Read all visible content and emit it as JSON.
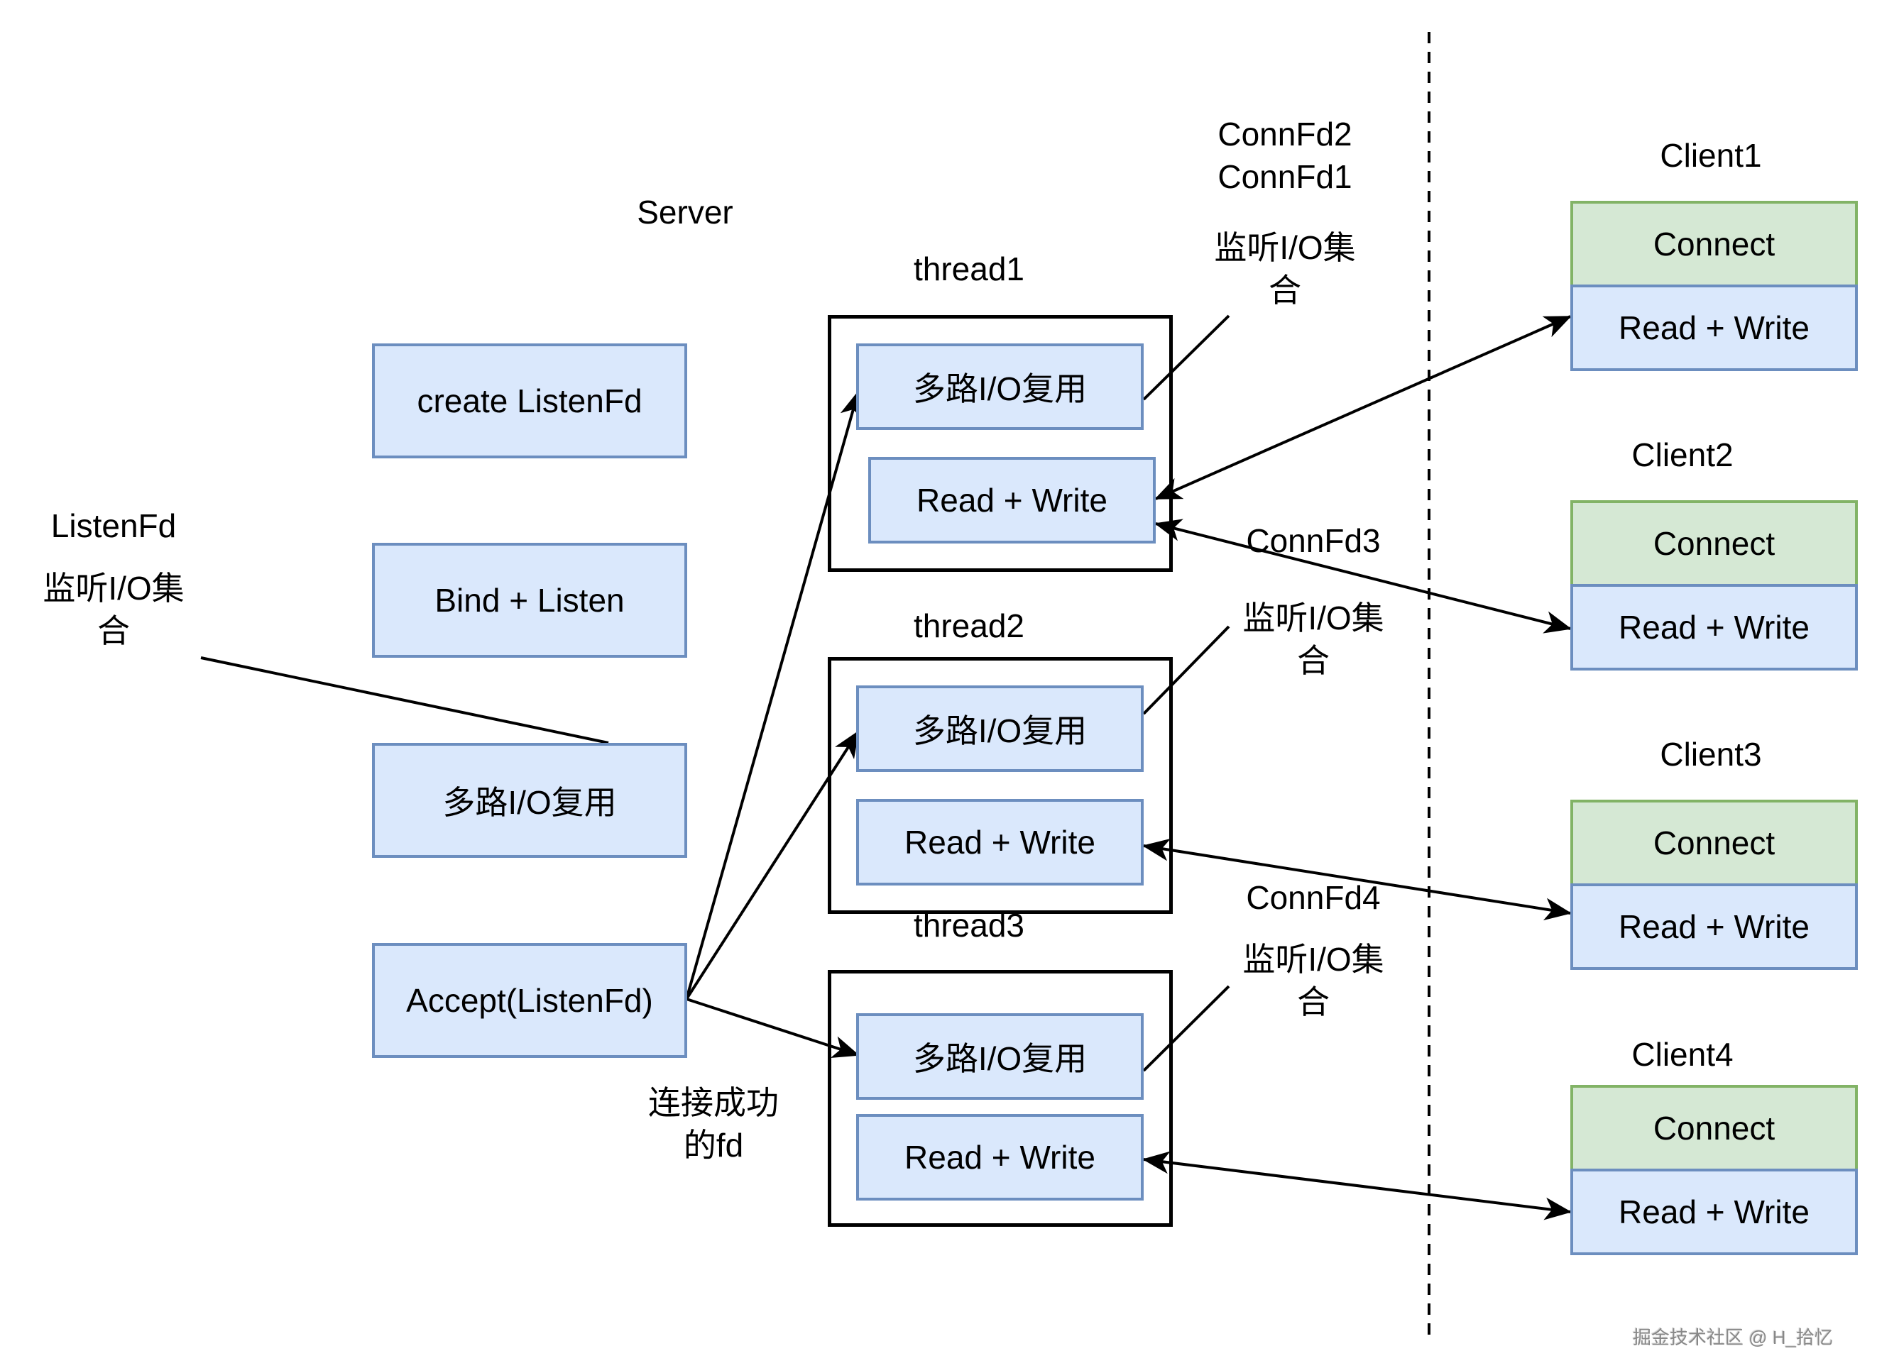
{
  "title": "Server",
  "colors": {
    "box_fill": "#dae8fc",
    "box_border": "#6c8ebf",
    "connect_fill": "#d5e8d4",
    "connect_border": "#82b366",
    "line": "#000000"
  },
  "server": {
    "steps": [
      "create ListenFd",
      "Bind + Listen",
      "多路I/O复用",
      "Accept(ListenFd)"
    ],
    "listen_label": "ListenFd",
    "listen_set_label": "监听I/O集\n合",
    "accept_note": "连接成功\n的fd"
  },
  "threads": [
    {
      "name": "thread1",
      "mux": "多路I/O复用",
      "rw": "Read + Write",
      "fd_label": "ConnFd2\nConnFd1",
      "set_label": "监听I/O集\n合"
    },
    {
      "name": "thread2",
      "mux": "多路I/O复用",
      "rw": "Read + Write",
      "fd_label": "ConnFd3",
      "set_label": "监听I/O集\n合"
    },
    {
      "name": "thread3",
      "mux": "多路I/O复用",
      "rw": "Read + Write",
      "fd_label": "ConnFd4",
      "set_label": "监听I/O集\n合"
    }
  ],
  "clients": [
    {
      "name": "Client1",
      "connect": "Connect",
      "rw": "Read + Write"
    },
    {
      "name": "Client2",
      "connect": "Connect",
      "rw": "Read + Write"
    },
    {
      "name": "Client3",
      "connect": "Connect",
      "rw": "Read + Write"
    },
    {
      "name": "Client4",
      "connect": "Connect",
      "rw": "Read + Write"
    }
  ],
  "watermark": "掘金技术社区 @ H_拾忆"
}
